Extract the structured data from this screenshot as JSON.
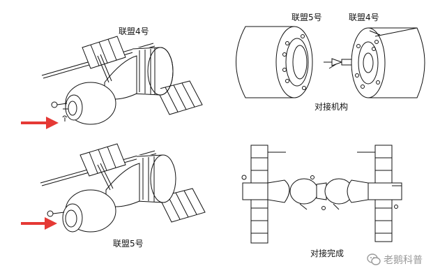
{
  "labels": {
    "soyuz4_top": "联盟4号",
    "soyuz5_bottom": "联盟5号",
    "soyuz5_right": "联盟5号",
    "soyuz4_right": "联盟4号",
    "docking_mechanism": "对接机构",
    "docking_complete": "对接完成"
  },
  "watermark": {
    "text": "老鹅科普",
    "icon": "wechat-icon"
  },
  "colors": {
    "arrow": "#e53935",
    "line": "#111111",
    "watermark": "#9a9a9a"
  }
}
